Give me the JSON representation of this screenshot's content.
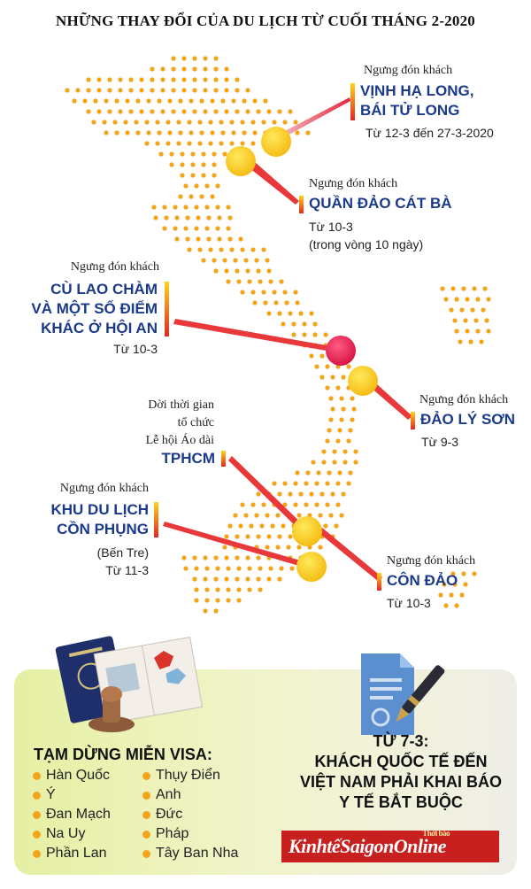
{
  "title": "NHỮNG THAY ĐỔI CỦA DU LỊCH TỪ CUỐI THÁNG 2-2020",
  "locations": [
    {
      "note": "Ngưng đón khách",
      "name_lines": [
        "VỊNH HẠ LONG,",
        "BÁI TỬ LONG"
      ],
      "date_lines": [
        "Từ 12-3 đến 27-3-2020"
      ]
    },
    {
      "note": "Ngưng đón khách",
      "name_lines": [
        "QUẦN ĐẢO CÁT BÀ"
      ],
      "date_lines": [
        "Từ 10-3",
        "(trong vòng 10 ngày)"
      ]
    },
    {
      "note": "Ngưng đón khách",
      "name_lines": [
        "CÙ LAO CHÀM",
        "VÀ MỘT SỐ ĐIỂM",
        "KHÁC Ở HỘI AN"
      ],
      "date_lines": [
        "Từ 10-3"
      ]
    },
    {
      "note": "Ngưng đón khách",
      "name_lines": [
        "ĐẢO LÝ SƠN"
      ],
      "date_lines": [
        "Từ 9-3"
      ]
    },
    {
      "note_lines": [
        "Dời thời gian",
        "tổ chức",
        "Lễ hội Áo dài"
      ],
      "name_lines": [
        "TPHCM"
      ]
    },
    {
      "note": "Ngưng đón khách",
      "name_lines": [
        "KHU DU LỊCH",
        "CỒN PHỤNG"
      ],
      "date_lines": [
        "(Bến Tre)",
        "Từ 11-3"
      ]
    },
    {
      "note": "Ngưng đón khách",
      "name_lines": [
        "CÔN ĐẢO"
      ],
      "date_lines": [
        "Từ 10-3"
      ]
    }
  ],
  "visa": {
    "heading": "TẠM DỪNG MIỄN VISA:",
    "left": [
      "Hàn Quốc",
      "Ý",
      "Đan Mạch",
      "Na Uy",
      "Phần Lan"
    ],
    "right": [
      "Thụy Điển",
      "Anh",
      "Đức",
      "Pháp",
      "Tây Ban Nha"
    ]
  },
  "announcement": {
    "lines": [
      "TỪ 7-3:",
      "KHÁCH QUỐC TẾ ĐẾN",
      "VIỆT NAM PHẢI KHAI BÁO",
      "Y TẾ BẮT BUỘC"
    ]
  },
  "logo": {
    "main": "KinhtếSaigonOnline",
    "tag": "Thời báo"
  },
  "colors": {
    "place": "#1b3a8c",
    "dot": "#f2a51a",
    "marker": "#ffd21c",
    "marker_red": "#e5174f",
    "logo_bg": "#c8201e"
  },
  "icons": [
    "passport-icon",
    "stamp-icon",
    "document-icon",
    "pen-icon"
  ]
}
